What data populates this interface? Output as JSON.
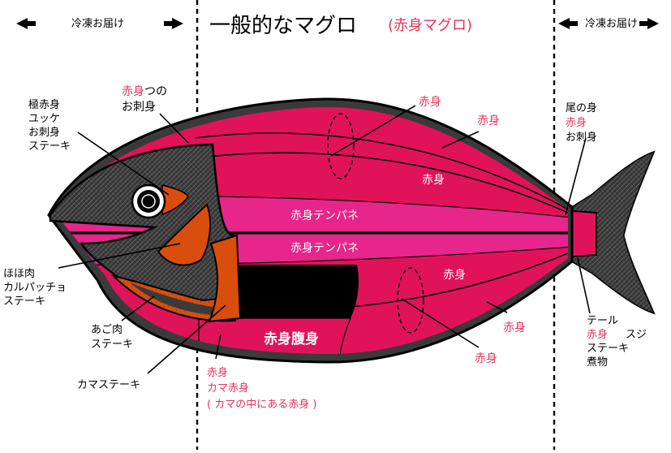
{
  "header": {
    "title_main": "一般的なマグロ",
    "title_sub": "(赤身マグロ)",
    "left_delivery": "冷凍お届け",
    "right_delivery": "冷凍お届け"
  },
  "labels": {
    "ak_top_red": "赤身",
    "ak_top_black1": "つの",
    "ak_top_black2": "お刺身",
    "gokuaka_1": "極赤身",
    "gokuaka_2": "ユッケ",
    "gokuaka_3": "お刺身",
    "gokuaka_4": "ステーキ",
    "hoho_1": "ほほ肉",
    "hoho_2": "カルパッチョ",
    "hoho_3": "ステーキ",
    "ago_1": "あご肉",
    "ago_2": "ステーキ",
    "kama": "カマステーキ",
    "kama_red1": "赤身",
    "kama_red2": "カマ赤身",
    "kama_note": "( カマの中にある赤身 )",
    "akami_top1": "赤身",
    "akami_top2": "赤身",
    "akami_in_upper": "赤身",
    "tenpa_upper": "赤身テンパネ",
    "tenpa_lower": "赤身テンパネ",
    "akami_in_lower": "赤身",
    "fukumi": "赤身腹身",
    "akami_bot1": "赤身",
    "akami_bot2": "赤身",
    "tail_top_1": "尾の身",
    "tail_top_2": "赤身",
    "tail_top_3": "お刺身",
    "tail_bot_1": "テール",
    "tail_bot_2": "赤身",
    "tail_bot_suji": "スジ",
    "tail_bot_3": "ステーキ",
    "tail_bot_4": "煮物"
  },
  "colors": {
    "body": "#e0135a",
    "tenpa": "#e6268a",
    "head": "#3a3a3a",
    "cheek": "#d94e0c",
    "accent_text": "#e8325a"
  }
}
